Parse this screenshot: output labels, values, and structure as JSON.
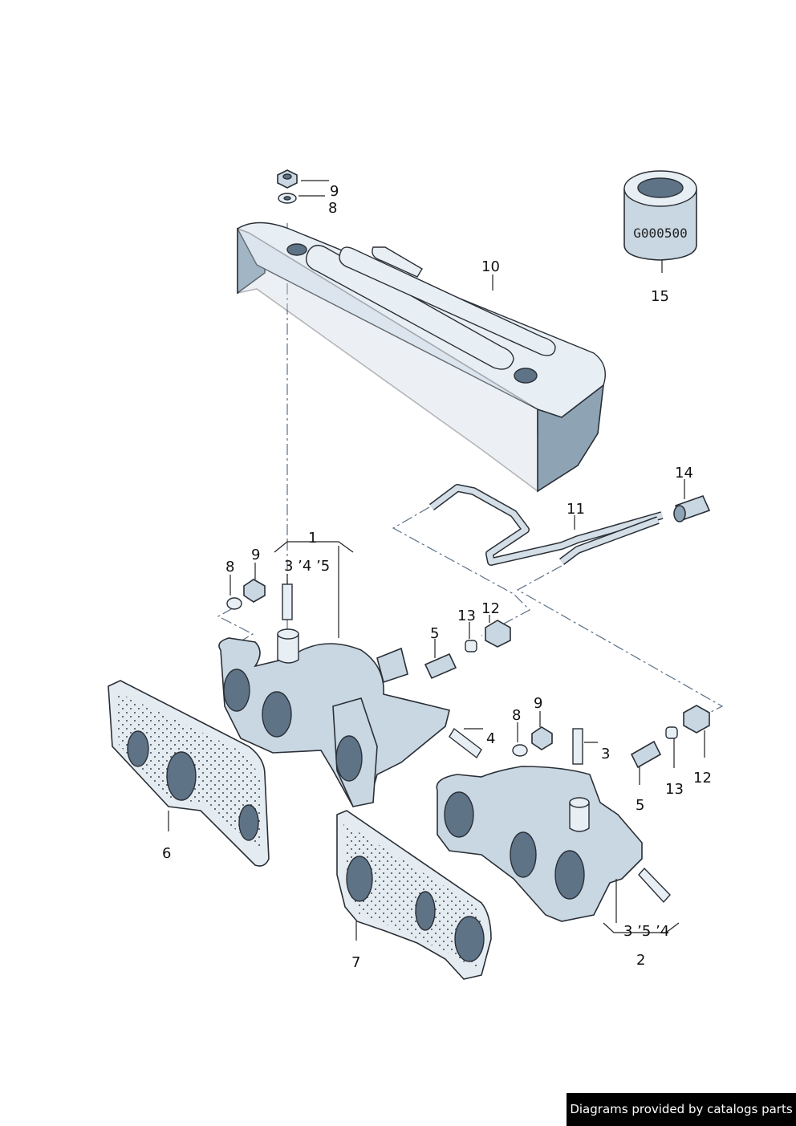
{
  "callouts": {
    "c1": "1",
    "c2": "2",
    "c3a": "3",
    "c3b": "3",
    "c4a": "4",
    "c4b": "4",
    "c5a": "5",
    "c5b": "5",
    "c5c": "5",
    "c6": "6",
    "c7": "7",
    "c8a": "8",
    "c8b": "8",
    "c8c": "8",
    "c9a": "9",
    "c9b": "9",
    "c9c": "9",
    "c10": "10",
    "c11": "11",
    "c12a": "12",
    "c12b": "12",
    "c13a": "13",
    "c13b": "13",
    "c14": "14",
    "c15": "15"
  },
  "group_labels": {
    "g1": "3 ʼ4 ʼ5",
    "g2": "3 ʼ5 ʼ4"
  },
  "can_label": "G000500",
  "banner": "Diagrams provided by catalogs parts"
}
